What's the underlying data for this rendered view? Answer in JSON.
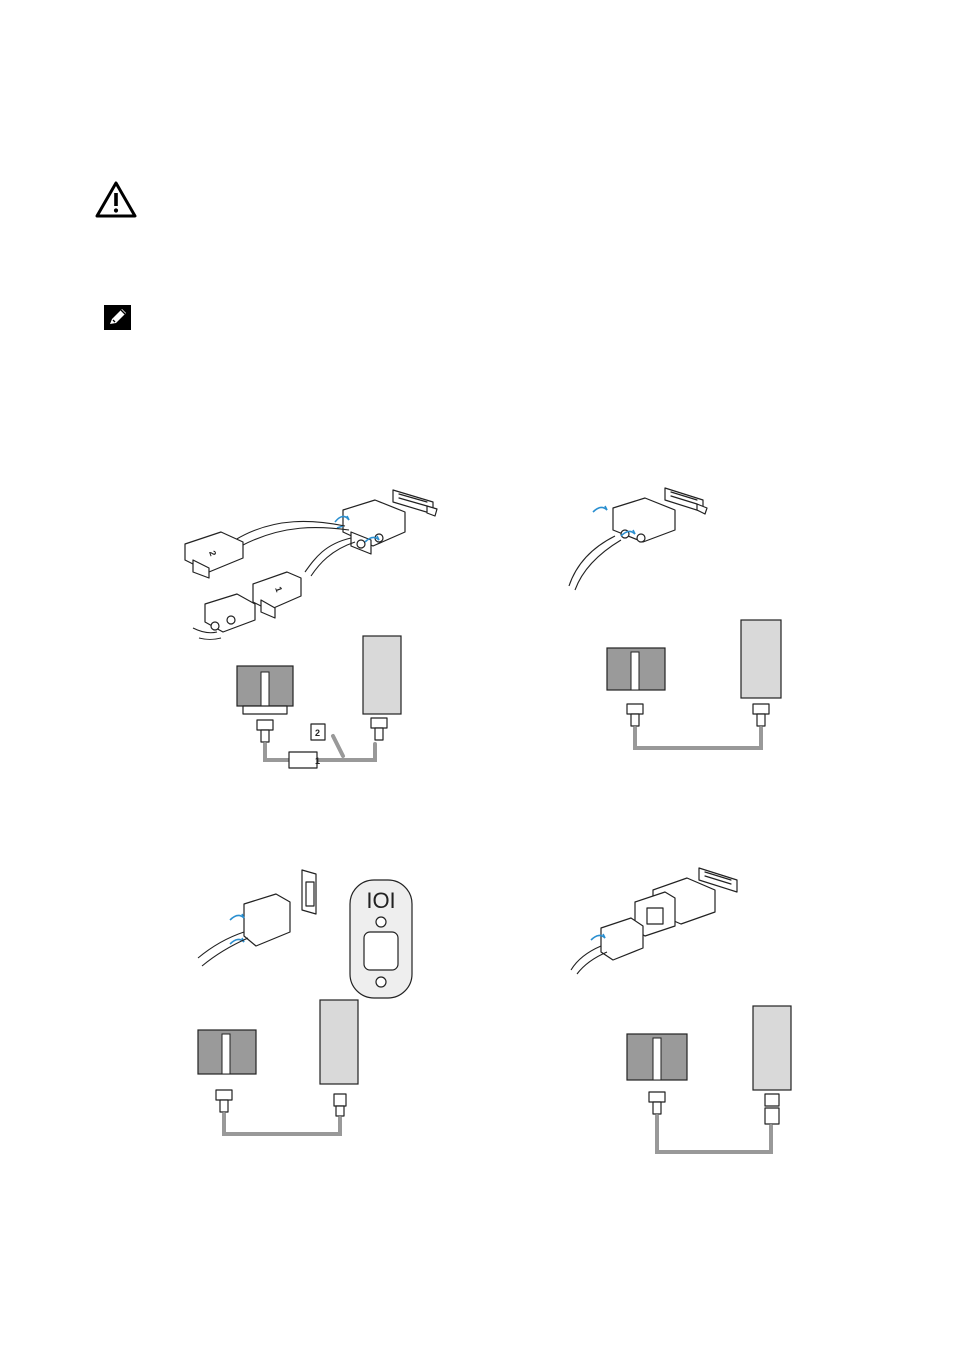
{
  "notices": [
    {
      "icon": "warning-triangle-icon",
      "text": ""
    },
    {
      "icon": "note-pencil-icon",
      "text": ""
    }
  ],
  "illustrations": [
    {
      "id": "dual-monitor-y-cable",
      "port_labels": [
        "2",
        "1"
      ]
    },
    {
      "id": "single-dvi-connection"
    },
    {
      "id": "vga-connection",
      "port_badge": "IOI"
    },
    {
      "id": "dvi-to-vga-adapter"
    }
  ],
  "colors": {
    "screw_arrow": "#2a8fd0",
    "cable": "#999999",
    "monitor": "#9a9a9a"
  }
}
